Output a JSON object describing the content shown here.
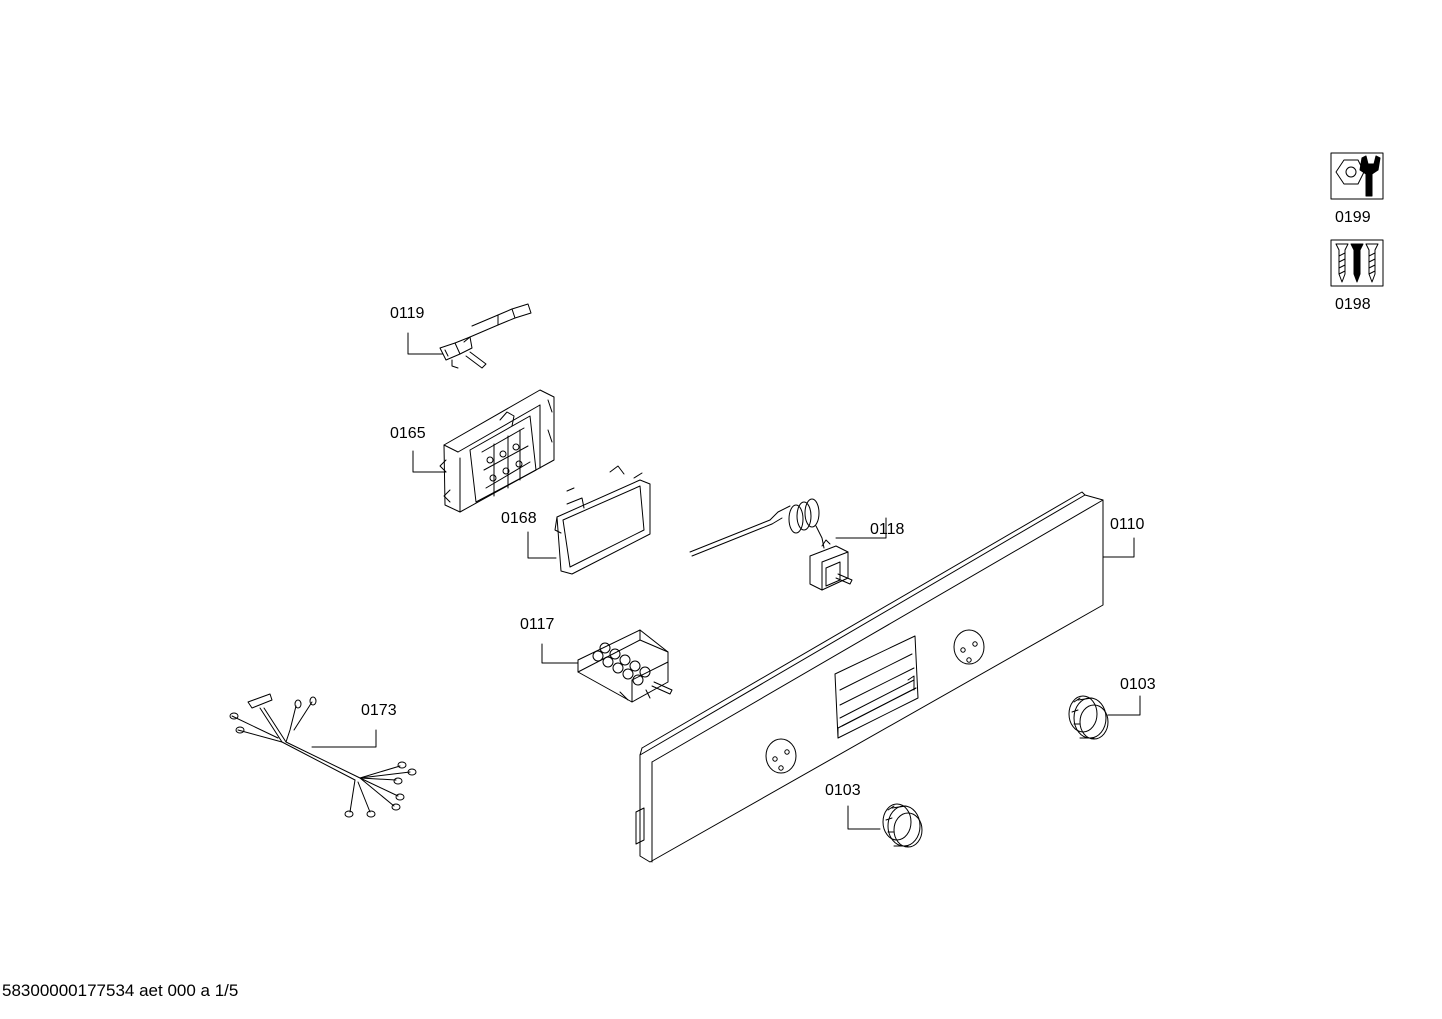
{
  "diagram": {
    "footer": "58300000177534 aet 000 a 1/5",
    "labels": {
      "p0119": "0119",
      "p0165": "0165",
      "p0168": "0168",
      "p0118": "0118",
      "p0110": "0110",
      "p0117": "0117",
      "p0173": "0173",
      "p0103a": "0103",
      "p0103b": "0103",
      "p0199": "0199",
      "p0198": "0198"
    },
    "icons": {
      "p0199": "wrench-nut-icon",
      "p0198": "screws-icon"
    }
  }
}
